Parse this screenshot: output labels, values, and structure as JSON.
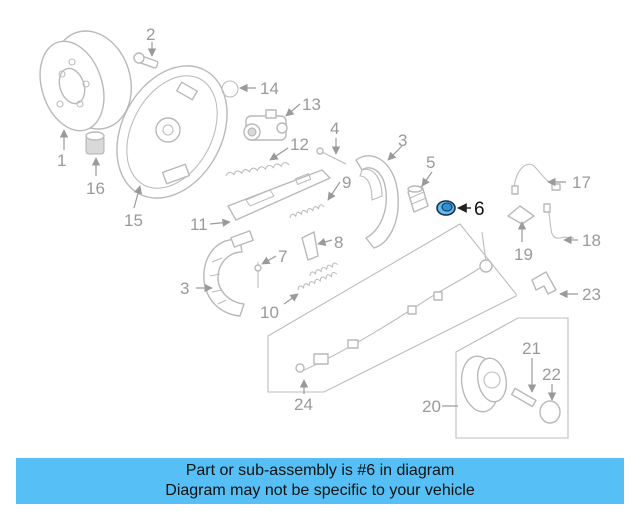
{
  "callouts": {
    "c1": "1",
    "c2": "2",
    "c3a": "3",
    "c3b": "3",
    "c4": "4",
    "c5": "5",
    "c6": "6",
    "c7": "7",
    "c8": "8",
    "c9": "9",
    "c10": "10",
    "c11": "11",
    "c12": "12",
    "c13": "13",
    "c14": "14",
    "c15": "15",
    "c16": "16",
    "c17": "17",
    "c18": "18",
    "c19": "19",
    "c20": "20",
    "c21": "21",
    "c22": "22",
    "c23": "23",
    "c24": "24"
  },
  "highlighted_part": "6",
  "banner": {
    "line1": "Part or sub-assembly is #6 in diagram",
    "line2": "Diagram may not be specific to your vehicle"
  },
  "colors": {
    "banner_bg": "#56bff5",
    "highlight": "#5bbdf5",
    "line_art": "#b9b9b9"
  }
}
